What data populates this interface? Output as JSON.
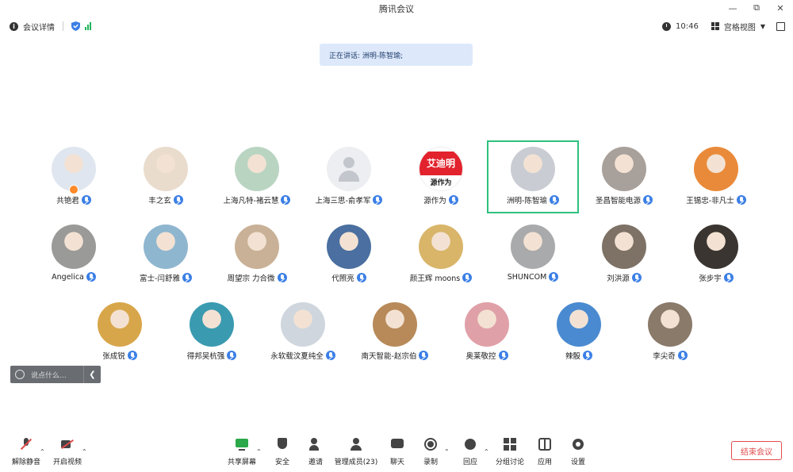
{
  "window": {
    "title": "腾讯会议"
  },
  "infobar": {
    "meeting_info_label": "会议详情",
    "time": "10:46",
    "view_label": "宫格视图"
  },
  "speaking": {
    "text": "正在讲话: 洲明-陈智瑜;"
  },
  "participants": [
    {
      "name": "共铯君",
      "avatar": "baby-photo",
      "color": "#dfe6ef",
      "host": true
    },
    {
      "name": "丰之玄",
      "avatar": "anime-boy",
      "color": "#e9dccd"
    },
    {
      "name": "上海凡特-褚云慧",
      "avatar": "plush-toy",
      "color": "#b9d5c2"
    },
    {
      "name": "上海三思-俞孝军",
      "avatar": "default-silhouette",
      "color": "#eceef1"
    },
    {
      "name": "源作为",
      "avatar": "logo",
      "logo_top": "艾迪明",
      "logo_bottom": "源作为",
      "color": "#e2222d"
    },
    {
      "name": "洲明-陈智瑜",
      "avatar": "man-photo",
      "color": "#c9cdd3",
      "active": true
    },
    {
      "name": "圣昌智能电源",
      "avatar": "woman-photo",
      "color": "#a8a09a"
    },
    {
      "name": "王锡忠-非凡士",
      "avatar": "lion-cartoon",
      "color": "#e98a3a"
    },
    {
      "name": "Angelica",
      "avatar": "dog-photo",
      "color": "#9a9a98"
    },
    {
      "name": "富士-闫舒雅",
      "avatar": "beach-photo",
      "color": "#8fb6cf"
    },
    {
      "name": "周望宗 力合微",
      "avatar": "dog-painting",
      "color": "#c9b197"
    },
    {
      "name": "代照亮",
      "avatar": "man-speaking",
      "color": "#4a6fa0"
    },
    {
      "name": "颜王辉 moons",
      "avatar": "child-photo",
      "color": "#d9b56a"
    },
    {
      "name": "SHUNCOM",
      "avatar": "gray-texture",
      "color": "#a9aaab"
    },
    {
      "name": "刘洪源",
      "avatar": "man-shirtless",
      "color": "#7e7266"
    },
    {
      "name": "张步宇",
      "avatar": "man-suit",
      "color": "#3a3530"
    },
    {
      "name": "张成锐",
      "avatar": "cartoon-boy",
      "color": "#d8a64a"
    },
    {
      "name": "得邦吴杭强",
      "avatar": "sea-photo",
      "color": "#3a9ab0"
    },
    {
      "name": "永软载汶夏纯全",
      "avatar": "toddler-photo",
      "color": "#cfd6de"
    },
    {
      "name": "南天智能-赵宗伯",
      "avatar": "older-man",
      "color": "#b88a5a"
    },
    {
      "name": "奥莱敬控",
      "avatar": "family-photo",
      "color": "#e0a0a8"
    },
    {
      "name": "辣骰",
      "avatar": "water-park",
      "color": "#4a8ad0"
    },
    {
      "name": "李尖奇",
      "avatar": "man-outdoor",
      "color": "#8a7a6a"
    }
  ],
  "chat": {
    "placeholder": "说点什么..."
  },
  "toolbar": {
    "mute_label": "解除静音",
    "video_label": "开启视频",
    "share_label": "共享屏幕",
    "security_label": "安全",
    "invite_label": "邀请",
    "members_label": "管理成员(23)",
    "chat_label": "聊天",
    "record_label": "录制",
    "react_label": "回应",
    "breakout_label": "分组讨论",
    "apps_label": "应用",
    "settings_label": "设置",
    "end_label": "结束会议"
  },
  "colors": {
    "accent": "#3b7fe6",
    "active_border": "#2fc07e",
    "end_button": "#e24b4b",
    "share_icon": "#2aa84a"
  }
}
